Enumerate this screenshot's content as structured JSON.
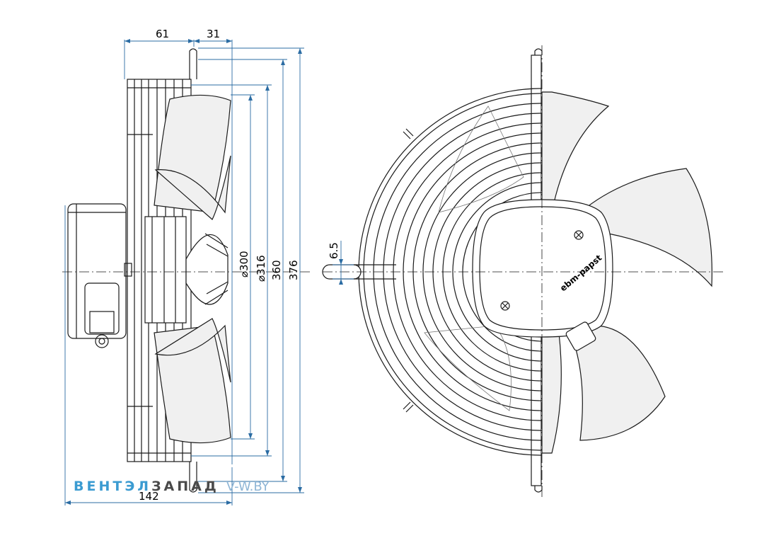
{
  "dimensions": {
    "d61": "61",
    "d31": "31",
    "d142": "142",
    "d6_5": "6.5",
    "d300": "⌀300",
    "d316": "⌀316",
    "d360": "360",
    "d376": "376"
  },
  "logo_text": "ebm-papst",
  "watermark": {
    "part1": "ВЕНТЭЛ",
    "part2": "ЗАПАД",
    "part3": "V-W.BY"
  },
  "colors": {
    "dimension_line": "#2b6ca3",
    "outline": "#1a1a1a",
    "blade_fill": "#f0f0f0"
  }
}
